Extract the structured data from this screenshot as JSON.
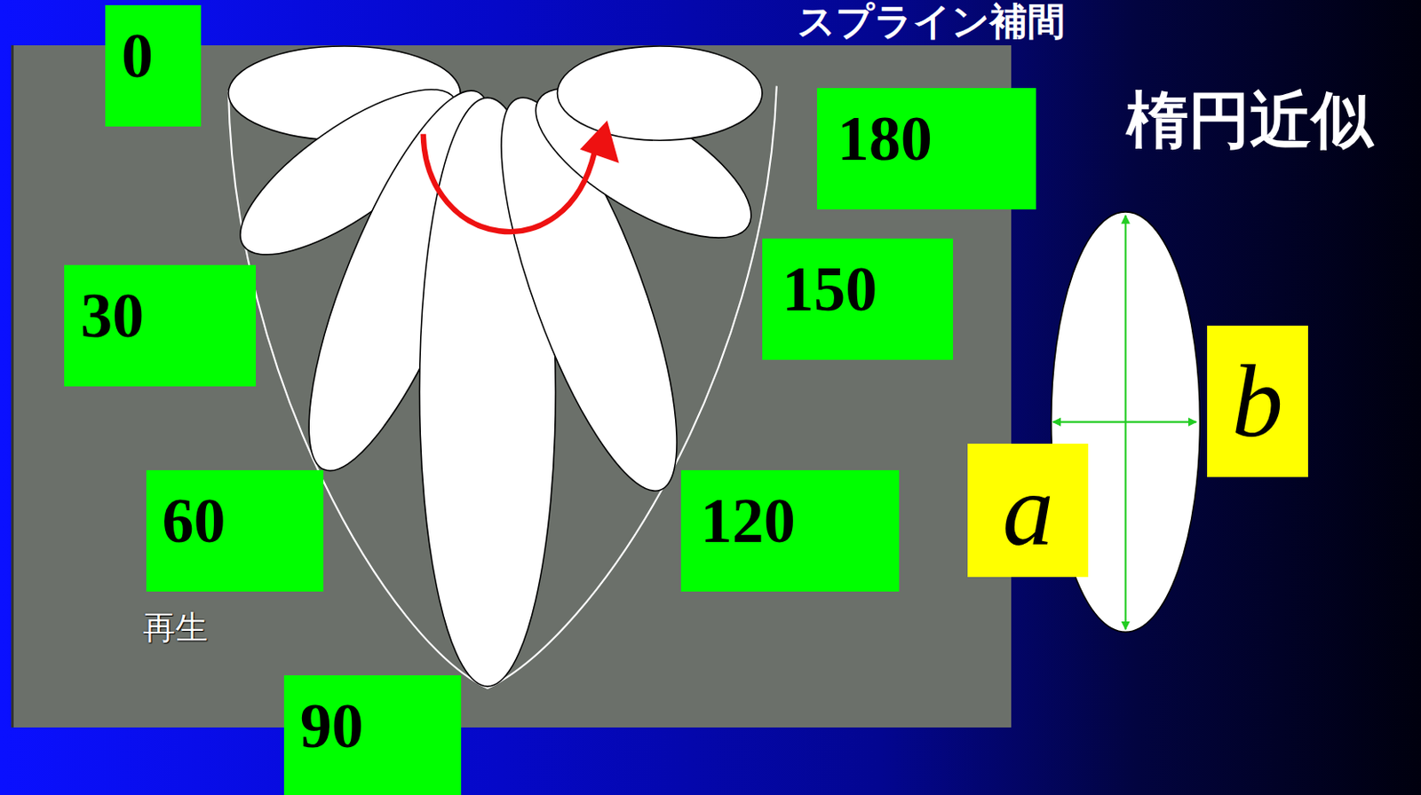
{
  "diagram": {
    "title": "スプライン補間",
    "nodes": [
      {
        "text": [
          "0"
        ]
      },
      {
        "text": [
          "180"
        ]
      },
      {
        "text": [
          "30"
        ]
      },
      {
        "text": [
          "150"
        ]
      },
      {
        "text": [
          "60"
        ]
      },
      {
        "text": [
          "120"
        ]
      },
      {
        "text": [
          "90"
        ]
      },
      {
        "text": [
          "b"
        ]
      },
      {
        "text": [
          "a"
        ]
      }
    ],
    "labels": [
      "楕円近似",
      "再生"
    ]
  }
}
